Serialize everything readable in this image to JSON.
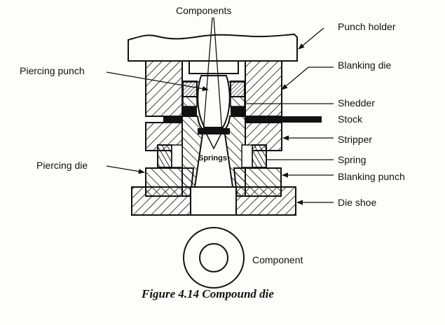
{
  "figure": {
    "caption": "Figure 4.14 Compound die",
    "title_label": "Components"
  },
  "labels": {
    "components": "Components",
    "punch_holder": "Punch holder",
    "blanking_die": "Blanking die",
    "piercing_punch": "Piercing punch",
    "shedder": "Shedder",
    "stock": "Stock",
    "stripper": "Stripper",
    "spring": "Spring",
    "springs": "Springs",
    "piercing_die": "Piercing die",
    "blanking_punch": "Blanking punch",
    "die_shoe": "Die shoe",
    "component": "Component"
  },
  "colors": {
    "ink": "#111111",
    "paper": "#fdfdfb"
  }
}
